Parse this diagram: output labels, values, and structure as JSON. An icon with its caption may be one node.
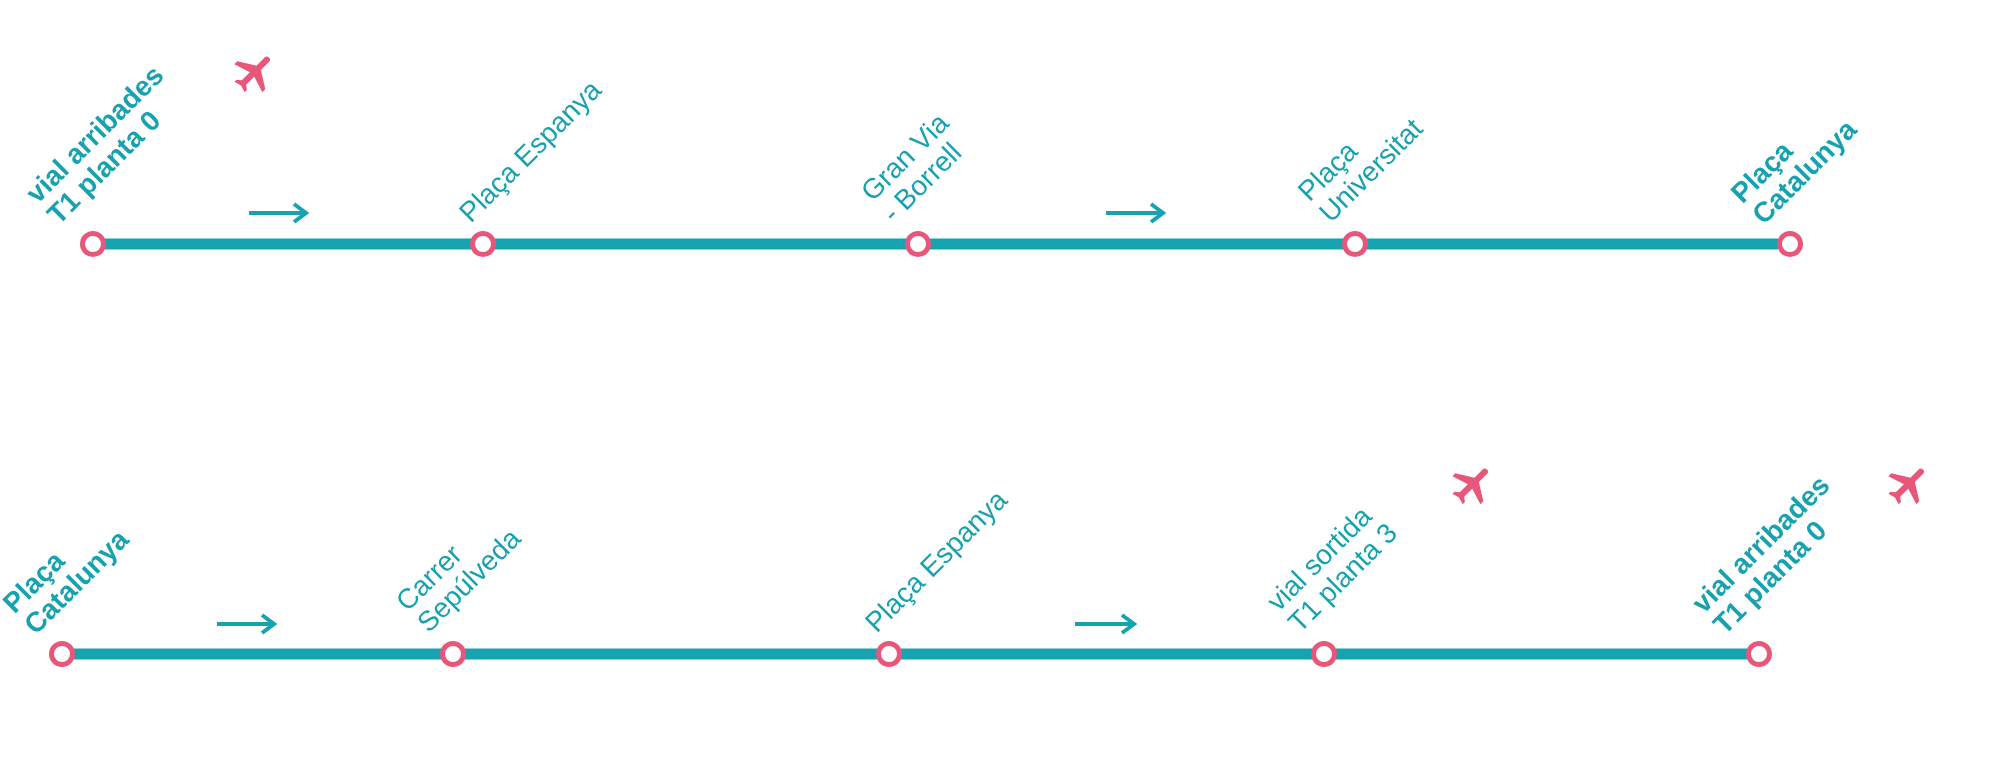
{
  "diagram": {
    "nodes": [
      {
        "text": [
          "vial arribades T1 planta 0"
        ]
      },
      {
        "text": [
          "Plaça Espanya"
        ]
      },
      {
        "text": [
          "Gran Via - Borrell"
        ]
      },
      {
        "text": [
          "Plaça Universitat"
        ]
      },
      {
        "text": [
          "Plaça Catalunya"
        ]
      },
      {
        "text": [
          "Plaça Catalunya"
        ]
      },
      {
        "text": [
          "Carrer Sepúlveda"
        ]
      },
      {
        "text": [
          "Plaça Espanya"
        ]
      },
      {
        "text": [
          "vial sortida T1 planta 3"
        ]
      },
      {
        "text": [
          "vial arribades T1 planta 0"
        ]
      }
    ],
    "edges": [
      {
        "from": 0,
        "to": 1,
        "arrow": "none"
      },
      {
        "from": 1,
        "to": 2,
        "arrow": "none"
      },
      {
        "from": 2,
        "to": 3,
        "arrow": "none"
      },
      {
        "from": 3,
        "to": 4,
        "arrow": "none"
      },
      {
        "from": 5,
        "to": 6,
        "arrow": "none"
      },
      {
        "from": 6,
        "to": 7,
        "arrow": "none"
      },
      {
        "from": 7,
        "to": 8,
        "arrow": "none"
      },
      {
        "from": 8,
        "to": 9,
        "arrow": "none"
      }
    ]
  }
}
